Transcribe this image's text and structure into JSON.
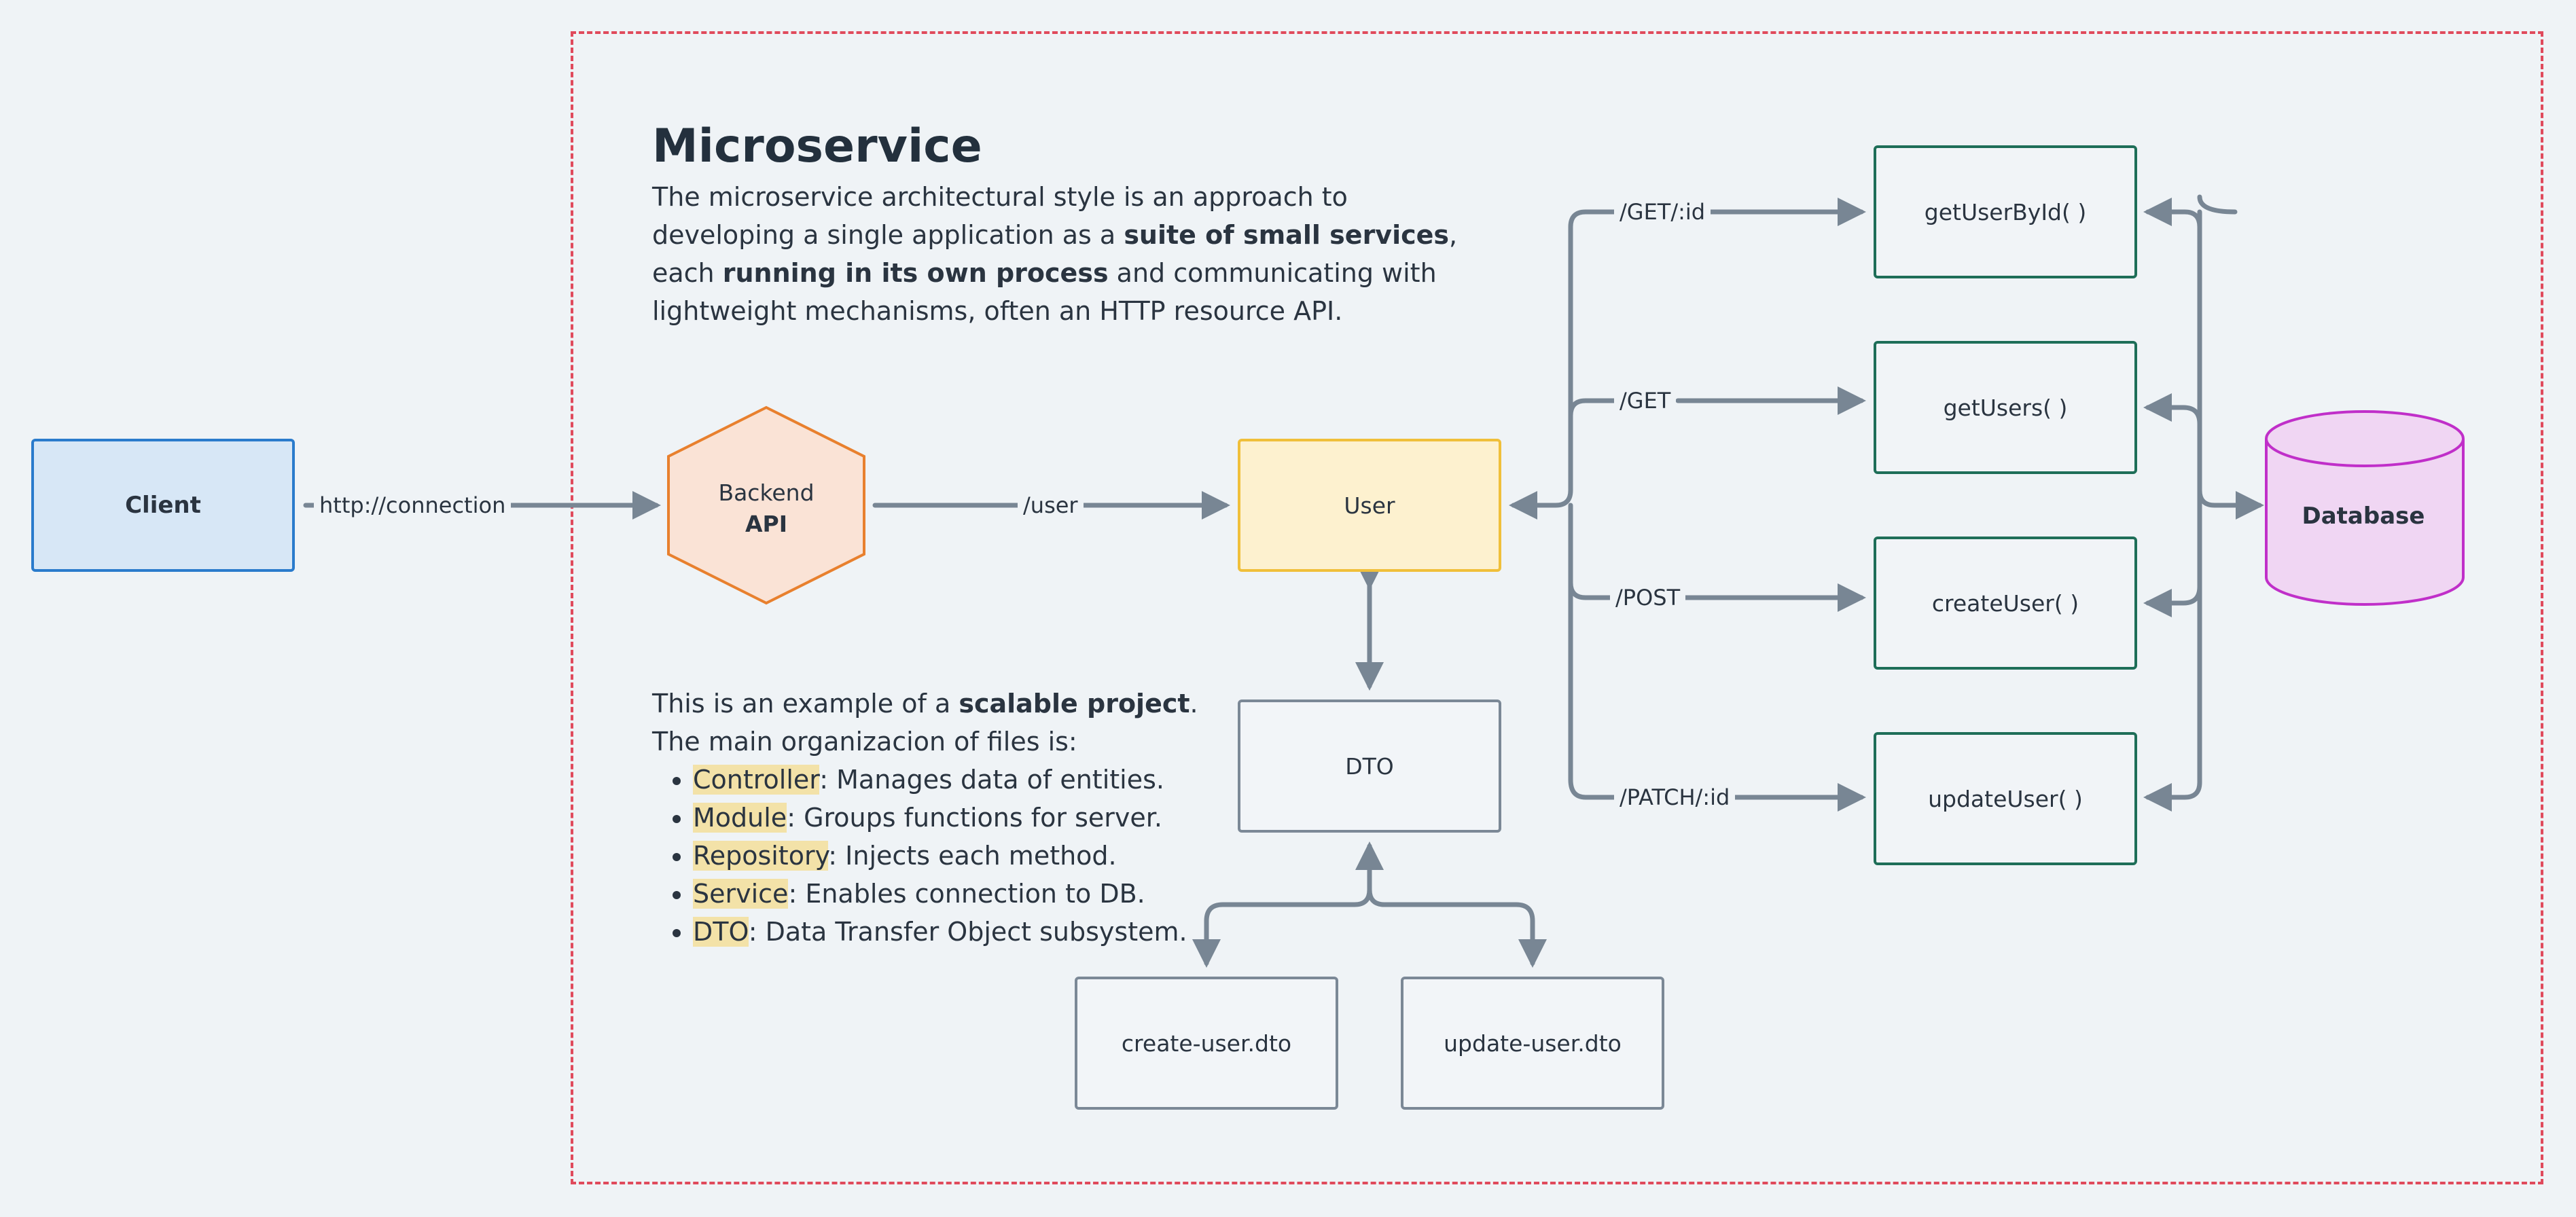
{
  "title": "Microservice",
  "description": {
    "p1": "The microservice architectural style is an approach to developing a single application as a ",
    "b1": "suite of small services",
    "p2": ", each ",
    "b2": "running in its own process",
    "p3": " and communicating with lightweight mechanisms, often an HTTP resource API."
  },
  "example": {
    "line1_pre": "This is an example of a ",
    "line1_bold": "scalable project",
    "line1_post": ".",
    "line2": "The main organizacion of files is:",
    "items": [
      {
        "term": "Controller",
        "desc": ": Manages data of entities."
      },
      {
        "term": "Module",
        "desc": ": Groups functions for server."
      },
      {
        "term": "Repository",
        "desc": ": Injects each method."
      },
      {
        "term": "Service",
        "desc": ": Enables connection to DB."
      },
      {
        "term": "DTO",
        "desc": ": Data Transfer Object subsystem."
      }
    ]
  },
  "nodes": {
    "client": "Client",
    "backend_line1": "Backend",
    "backend_line2": "API",
    "user": "User",
    "dto": "DTO",
    "create_dto": "create-user.dto",
    "update_dto": "update-user.dto",
    "fn_get_by_id": "getUserById( )",
    "fn_get_users": "getUsers( )",
    "fn_create": "createUser( )",
    "fn_update": "updateUser( )",
    "database": "Database"
  },
  "edges": {
    "connection": "http://connection",
    "user": "/user",
    "get_id": "/GET/:id",
    "get": "/GET",
    "post": "/POST",
    "patch": "/PATCH/:id"
  },
  "colors": {
    "frame": "#e04a5c",
    "client_fill": "#d7e7f6",
    "client_stroke": "#2a7bcc",
    "backend_fill": "#fae3d6",
    "backend_stroke": "#e8802e",
    "user_fill": "#fdf1cf",
    "user_stroke": "#f0bf3a",
    "fn_stroke": "#1e6e58",
    "db_fill": "#f0d6f3",
    "db_stroke": "#c02fc9",
    "wire": "#788694"
  }
}
